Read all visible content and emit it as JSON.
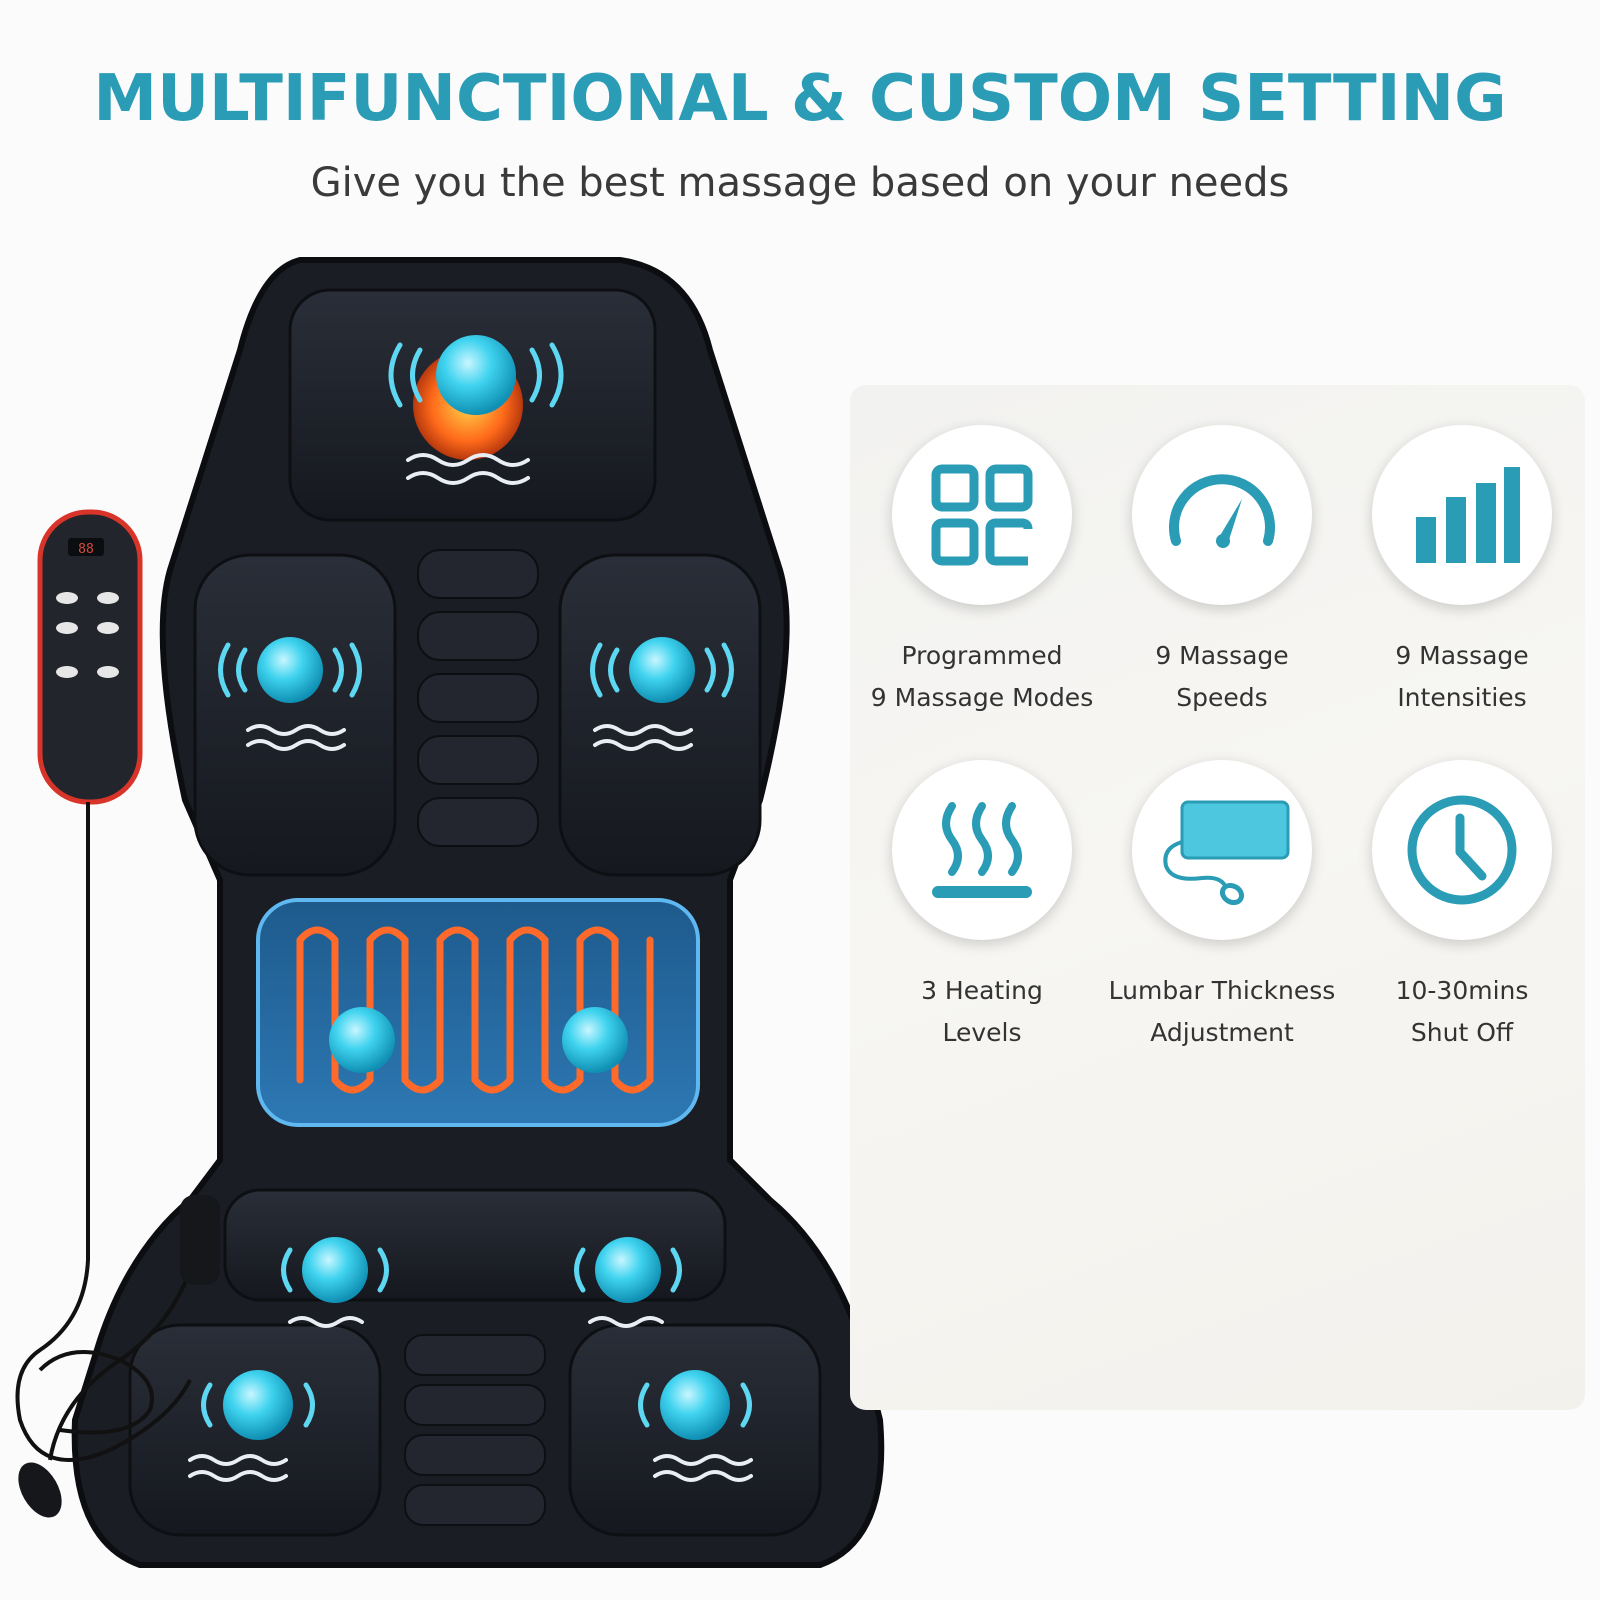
{
  "header": {
    "title": "MULTIFUNCTIONAL & CUSTOM SETTING",
    "subtitle": "Give you the best massage based on your needs"
  },
  "colors": {
    "accent": "#2a9cb6",
    "mat": "#1c1f26",
    "node_glow": "#33d0ec",
    "heat": "#ff6a2a",
    "remote_ring": "#d8342a"
  },
  "remote": {
    "display": "88"
  },
  "features": [
    {
      "icon": "grid-modes-icon",
      "line1": "Programmed",
      "line2": "9 Massage Modes"
    },
    {
      "icon": "speedometer-icon",
      "line1": "9 Massage",
      "line2": "Speeds"
    },
    {
      "icon": "bar-chart-icon",
      "line1": "9 Massage",
      "line2": "Intensities"
    },
    {
      "icon": "heat-waves-icon",
      "line1": "3 Heating",
      "line2": "Levels"
    },
    {
      "icon": "lumbar-pump-icon",
      "line1": "Lumbar Thickness",
      "line2": "Adjustment"
    },
    {
      "icon": "clock-icon",
      "line1": "10-30mins",
      "line2": "Shut Off"
    }
  ]
}
